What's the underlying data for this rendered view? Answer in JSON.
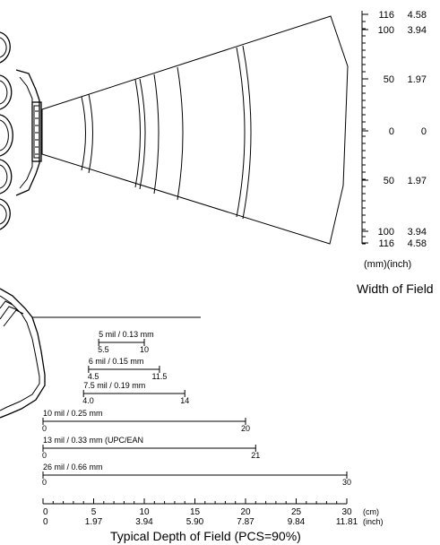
{
  "field_diagram": {
    "scale_rows": [
      {
        "mm": "116",
        "inch": "4.58"
      },
      {
        "mm": "100",
        "inch": "3.94"
      },
      {
        "mm": "50",
        "inch": "1.97"
      },
      {
        "mm": "0",
        "inch": "0"
      },
      {
        "mm": "50",
        "inch": "1.97"
      },
      {
        "mm": "100",
        "inch": "3.94"
      },
      {
        "mm": "116",
        "inch": "4.58"
      }
    ],
    "units_label": "(mm)(inch)",
    "caption": "Width of Field"
  },
  "chart_data": {
    "type": "bar",
    "title": "Typical Depth of Field (PCS=90%)",
    "xlabel_cm": "(cm)",
    "xlabel_inch": "(inch)",
    "x_ticks_cm": [
      "0",
      "5",
      "10",
      "15",
      "20",
      "25",
      "30"
    ],
    "x_ticks_inch": [
      "0",
      "1.97",
      "3.94",
      "5.90",
      "7.87",
      "9.84",
      "11.81"
    ],
    "xlim": [
      0,
      30
    ],
    "ranges": [
      {
        "label": "5 mil / 0.13 mm",
        "start": 5.5,
        "end": 10,
        "start_label": "5.5",
        "end_label": "10"
      },
      {
        "label": "6 mil / 0.15 mm",
        "start": 4.5,
        "end": 11.5,
        "start_label": "4.5",
        "end_label": "11.5"
      },
      {
        "label": "7.5 mil / 0.19 mm",
        "start": 4.0,
        "end": 14,
        "start_label": "4.0",
        "end_label": "14"
      },
      {
        "label": "10 mil / 0.25 mm",
        "start": 0,
        "end": 20,
        "start_label": "0",
        "end_label": "20"
      },
      {
        "label": "13 mil / 0.33 mm (UPC/EAN",
        "start": 0,
        "end": 21,
        "start_label": "0",
        "end_label": "21"
      },
      {
        "label": "26 mil / 0.66 mm",
        "start": 0,
        "end": 30,
        "start_label": "0",
        "end_label": "30"
      }
    ]
  }
}
